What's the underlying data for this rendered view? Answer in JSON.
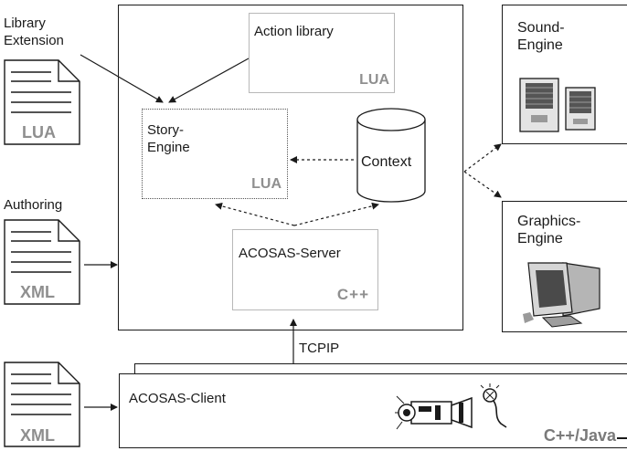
{
  "doc_labels": {
    "library_extension": "Library\nExtension",
    "authoring": "Authoring"
  },
  "doc_tags": {
    "lua": "LUA",
    "xml_authoring": "XML",
    "xml_client": "XML"
  },
  "server_box": {
    "action_library": {
      "label": "Action library",
      "tag": "LUA"
    },
    "story_engine": {
      "label": "Story-\nEngine",
      "tag": "LUA"
    },
    "context": {
      "label": "Context"
    },
    "acosas_server": {
      "label": "ACOSAS-Server",
      "tag": "C++"
    }
  },
  "connection": {
    "label": "TCPIP"
  },
  "client": {
    "label": "ACOSAS-Client",
    "tag": "C++/Java"
  },
  "sound_engine": {
    "label": "Sound-\nEngine",
    "icon": "speakers-icon"
  },
  "graphics_engine": {
    "label": "Graphics-\nEngine",
    "icon": "monitor-icon"
  },
  "client_icons": [
    "video-camera-icon",
    "microphone-icon"
  ]
}
